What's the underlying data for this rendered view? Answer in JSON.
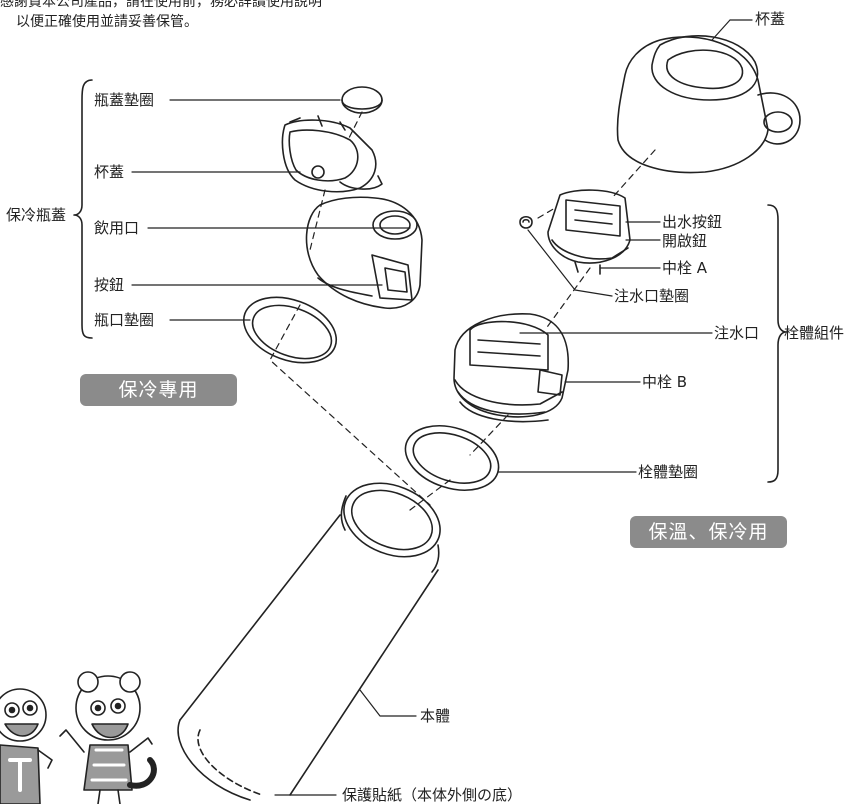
{
  "intro": {
    "line1": "感謝貴本公司產品，請在使用前，務必詳讀使用說明",
    "line2": "以便正確使用並請妥善保管。"
  },
  "cold_lid": {
    "group_label": "保冷瓶蓋",
    "cap_gasket": "瓶蓋墊圈",
    "cup_lid": "杯蓋",
    "drinking_spout": "飲用口",
    "button": "按鈕",
    "mouth_gasket": "瓶口墊圈"
  },
  "cold_only_badge": "保冷專用",
  "top_cup_lid": "杯蓋",
  "stopper_assembly": {
    "group_label": "栓體組件",
    "water_button": "出水按鈕",
    "open_button": "開啟鈕",
    "center_plug_a": "中栓 A",
    "spout_gasket": "注水口墊圈",
    "pour_spout": "注水口",
    "center_plug_b": "中栓 B",
    "stopper_gasket": "栓體墊圈"
  },
  "warm_cold_badge": "保溫、保冷用",
  "body": {
    "main": "本體",
    "protective_sticker": "保護貼紙（本体外側の底）"
  },
  "colors": {
    "line": "#222222",
    "badge": "#8b8b8b"
  }
}
